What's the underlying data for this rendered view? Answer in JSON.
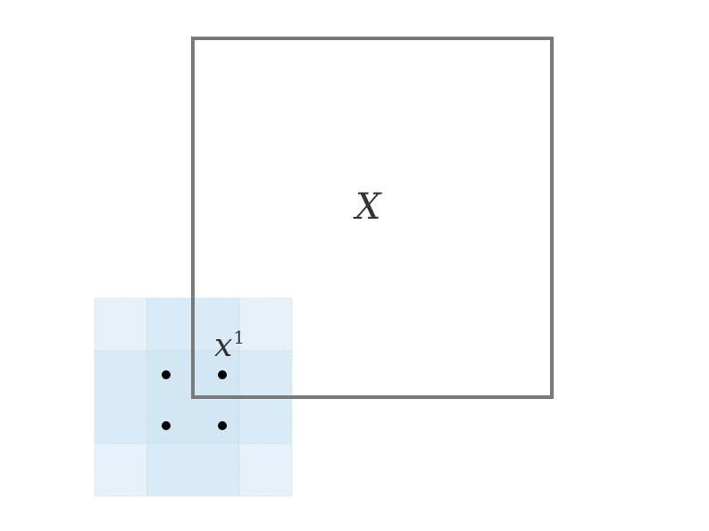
{
  "labels": {
    "big_square": "X",
    "small_grid_base": "x",
    "small_grid_superscript": "1"
  },
  "grid": {
    "rows": 3,
    "cols": 3,
    "dots": 4
  },
  "colors": {
    "square_stroke": "#7a7a7a",
    "grid_cell_corner": "#e6f1f9",
    "grid_cell_edge": "#daeaf6",
    "grid_cell_center": "#d2e6f3",
    "grid_line": "#b9cfdd",
    "dot": "#000000",
    "label_text": "#333333"
  }
}
